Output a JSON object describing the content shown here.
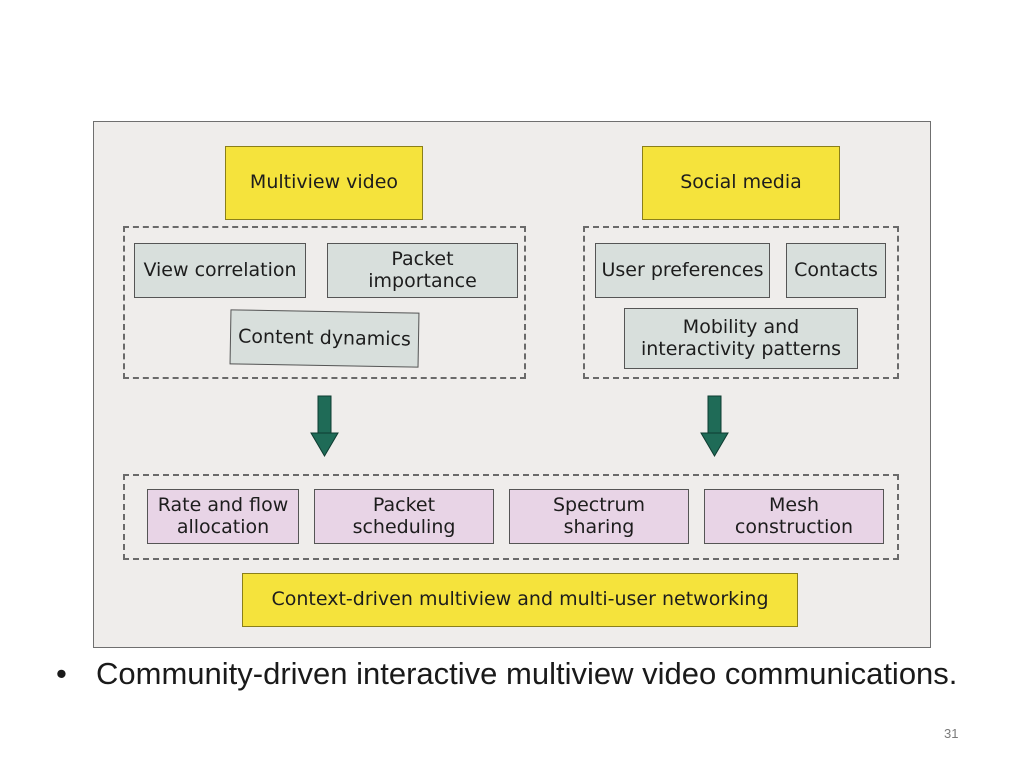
{
  "diagram": {
    "top_left": "Multiview video",
    "top_right": "Social media",
    "left_group": {
      "items": [
        "View correlation",
        "Packet\nimportance",
        "Content dynamics"
      ]
    },
    "right_group": {
      "items": [
        "User preferences",
        "Contacts",
        "Mobility and\ninteractivity patterns"
      ]
    },
    "bottom_group": {
      "items": [
        "Rate and flow\nallocation",
        "Packet\nscheduling",
        "Spectrum\nsharing",
        "Mesh\nconstruction"
      ]
    },
    "output": "Context-driven multiview and multi-user networking",
    "colors": {
      "yellow": "#f5e33c",
      "grey": "#d8dfdc",
      "pink": "#e8d4e6",
      "arrow": "#1f6b57"
    }
  },
  "slide": {
    "bullet": "Community-driven interactive multiview video communications.",
    "page_number": "31"
  }
}
